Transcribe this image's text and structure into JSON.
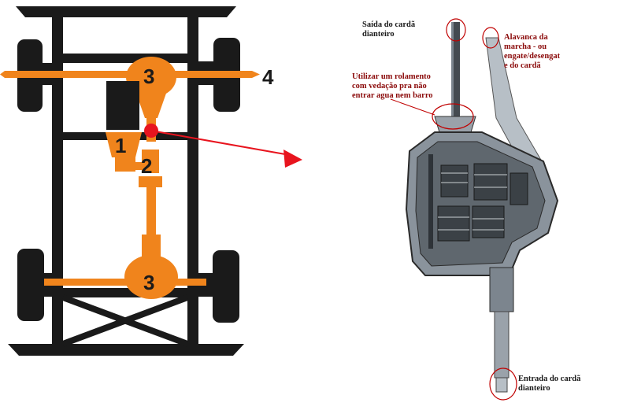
{
  "colors": {
    "frame": "#1a1a1a",
    "drivetrain": "#f0841c",
    "highlight": "#e8141e",
    "annotation_red": "#8b0a0a",
    "annotation_dark": "#1a1a1a",
    "gearbox": "#8a939c"
  },
  "chassis": {
    "labels": {
      "engine": "1",
      "transfer_case": "2",
      "diff_front": "3",
      "diff_rear": "3",
      "axle": "4"
    }
  },
  "gearbox": {
    "annotations": {
      "front_output": [
        "Saída do cardã",
        "dianteiro"
      ],
      "lever": [
        "Alavanca da",
        "marcha - ou",
        "engate/desengat",
        "e do cardã"
      ],
      "seal": [
        "Utilizar um rolamento",
        "com vedação pra não",
        "entrar agua nem barro"
      ],
      "front_input": [
        "Entrada do cardã",
        "dianteiro"
      ]
    }
  }
}
